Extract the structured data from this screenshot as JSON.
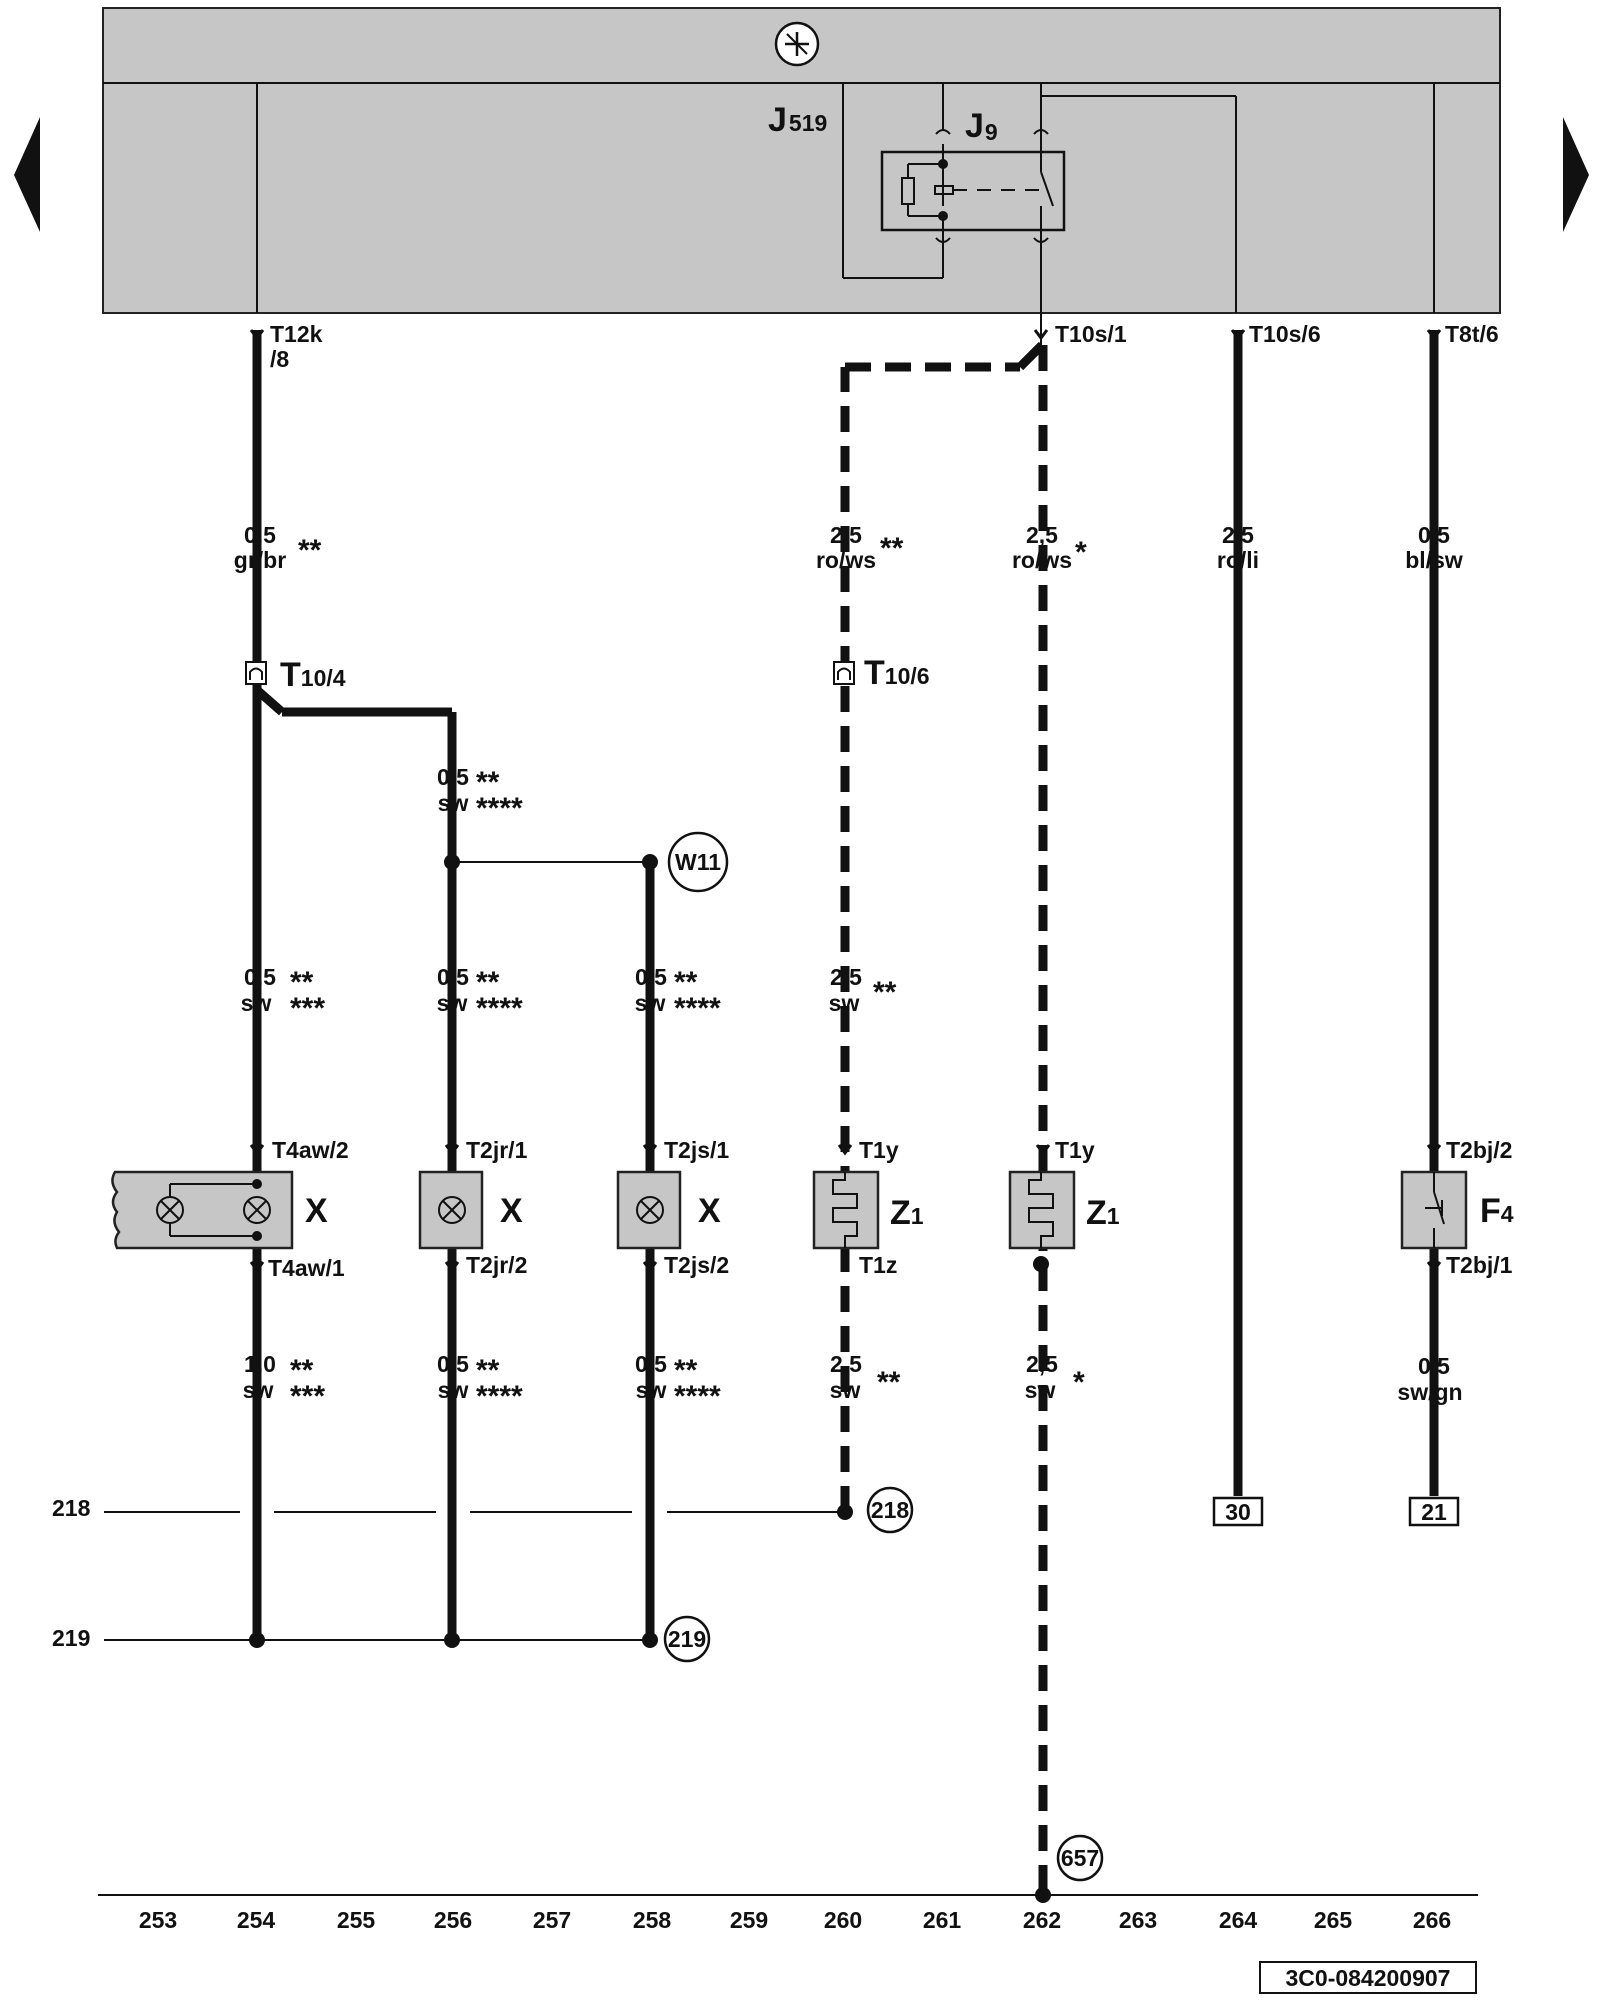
{
  "relay": {
    "control_unit": "J",
    "control_unit_sub": "519",
    "relay_label": "J",
    "relay_sub": "9"
  },
  "connectors_top": {
    "c1": "T12k",
    "c1b": "/8",
    "c2": "T10s/1",
    "c3": "T10s/6",
    "c4": "T8t/6"
  },
  "wires": [
    {
      "id": "w254a",
      "size": "0,5",
      "color": "gr/br",
      "mark": "**"
    },
    {
      "id": "w260a",
      "size": "2,5",
      "color": "ro/ws",
      "mark": "**"
    },
    {
      "id": "w262a",
      "size": "2,5",
      "color": "ro/ws",
      "mark": "*"
    },
    {
      "id": "w264",
      "size": "2,5",
      "color": "ro/li",
      "mark": ""
    },
    {
      "id": "w266a",
      "size": "0,5",
      "color": "bl/sw",
      "mark": ""
    },
    {
      "id": "w256a",
      "size": "0,5",
      "color": "sw",
      "mark1": "**",
      "mark2": "****"
    },
    {
      "id": "w254b",
      "size": "0,5",
      "color": "sw",
      "mark1": "**",
      "mark2": "***"
    },
    {
      "id": "w256b",
      "size": "0,5",
      "color": "sw",
      "mark1": "**",
      "mark2": "****"
    },
    {
      "id": "w258b",
      "size": "0,5",
      "color": "sw",
      "mark1": "**",
      "mark2": "****"
    },
    {
      "id": "w260b",
      "size": "2,5",
      "color": "sw",
      "mark": "**"
    },
    {
      "id": "w254c",
      "size": "1,0",
      "color": "sw",
      "mark1": "**",
      "mark2": "***"
    },
    {
      "id": "w256c",
      "size": "0,5",
      "color": "sw",
      "mark1": "**",
      "mark2": "****"
    },
    {
      "id": "w258c",
      "size": "0,5",
      "color": "sw",
      "mark1": "**",
      "mark2": "****"
    },
    {
      "id": "w260c",
      "size": "2,5",
      "color": "sw",
      "mark": "**"
    },
    {
      "id": "w262c",
      "size": "2,5",
      "color": "sw",
      "mark": "*"
    },
    {
      "id": "w266c",
      "size": "0,5",
      "color": "sw/gn",
      "mark": ""
    }
  ],
  "splices": {
    "s1": "T",
    "s1sub": "10/4",
    "s2": "T",
    "s2sub": "10/6"
  },
  "ground": "W11",
  "connectors_mid": {
    "c254_top": "T4aw/2",
    "c254_bot": "T4aw/1",
    "c256_top": "T2jr/1",
    "c256_bot": "T2jr/2",
    "c258_top": "T2js/1",
    "c258_bot": "T2js/2",
    "c260_top": "T1y",
    "c260_bot": "T1z",
    "c262_top": "T1y",
    "c266_top": "T2bj/2",
    "c266_bot": "T2bj/1"
  },
  "components": {
    "x1": "X",
    "x2": "X",
    "x3": "X",
    "z1": "Z",
    "z1sub": "1",
    "z2": "Z",
    "z2sub": "1",
    "f": "F",
    "fsub": "4"
  },
  "bus": {
    "b218": "218",
    "b219": "219",
    "ref218": "218",
    "ref219": "219",
    "ref657": "657",
    "term30": "30",
    "term21": "21"
  },
  "columns": [
    "253",
    "254",
    "255",
    "256",
    "257",
    "258",
    "259",
    "260",
    "261",
    "262",
    "263",
    "264",
    "265",
    "266"
  ],
  "footer_code": "3C0-084200907"
}
